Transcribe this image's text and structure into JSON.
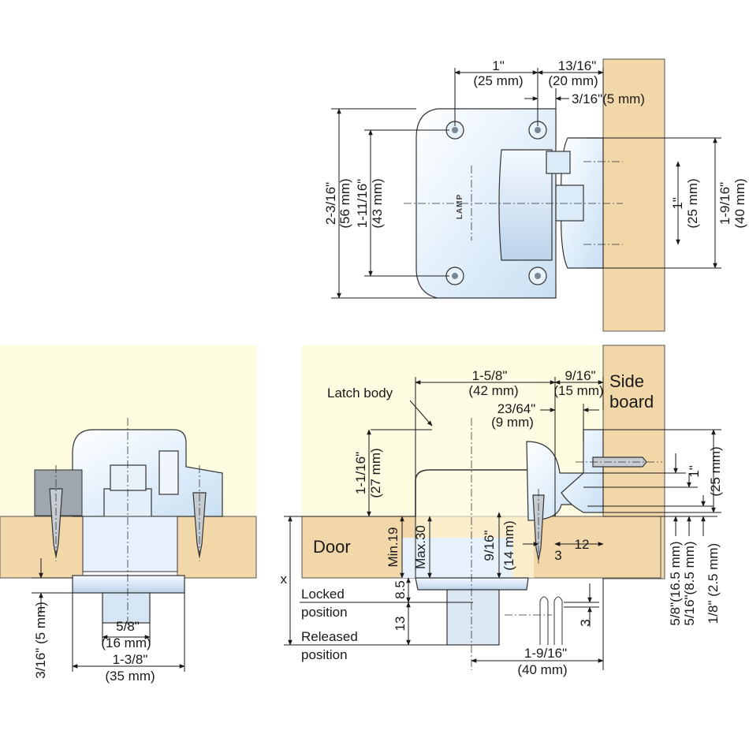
{
  "colors": {
    "wood": "#f2d7a9",
    "cabinet_background": "#fdfbe0",
    "latch_body": "#e6f1fb",
    "line": "#1a1a1a"
  },
  "top_view": {
    "brand": "LAMP",
    "dim_1in": [
      "1\"",
      "(25 mm)"
    ],
    "dim_13_16": [
      "13/16\"",
      "(20 mm)"
    ],
    "dim_3_16": "3/16\"(5 mm)",
    "dim_2_3_16": [
      "2-3/16\"",
      "(56 mm)"
    ],
    "dim_1_11_16": [
      "1-11/16\"",
      "(43 mm)"
    ],
    "dim_1in_v": [
      "1\"",
      "(25 mm)"
    ],
    "dim_1_9_16": [
      "1-9/16\"",
      "(40 mm)"
    ]
  },
  "left_view": {
    "dim_5_8": [
      "5/8\"",
      "(16 mm)"
    ],
    "dim_1_3_8": [
      "1-3/8\"",
      "(35 mm)"
    ],
    "dim_3_16": "3/16\" (5 mm)"
  },
  "right_view": {
    "latch_body": "Latch body",
    "side_board": [
      "Side",
      "board"
    ],
    "door": "Door",
    "min": "Min.19",
    "max": "Max.30",
    "x": "x",
    "locked": [
      "Locked",
      "position"
    ],
    "released": [
      "Released",
      "position"
    ],
    "dim_1_5_8": [
      "1-5/8\"",
      "(42 mm)"
    ],
    "dim_9_16_top": [
      "9/16\"",
      "(15 mm)"
    ],
    "dim_23_64": [
      "23/64\"",
      "(9 mm)"
    ],
    "dim_1_1_16": [
      "1-1/16\"",
      "(27 mm)"
    ],
    "dim_9_16_v": [
      "9/16\"",
      "(14 mm)"
    ],
    "dim_3": "3",
    "dim_12": "12",
    "dim_8_5": "8.5",
    "dim_13": "13",
    "dim_3_right": "3",
    "dim_1_9_16": [
      "1-9/16\"",
      "(40 mm)"
    ],
    "dim_1in_right": [
      "1\"",
      "(25 mm)"
    ],
    "dim_5_8_v": "5/8\"(16.5 mm)",
    "dim_5_16_v": "5/16\"(8.5 mm)",
    "dim_1_8_v": "1/8\" (2.5 mm)"
  }
}
